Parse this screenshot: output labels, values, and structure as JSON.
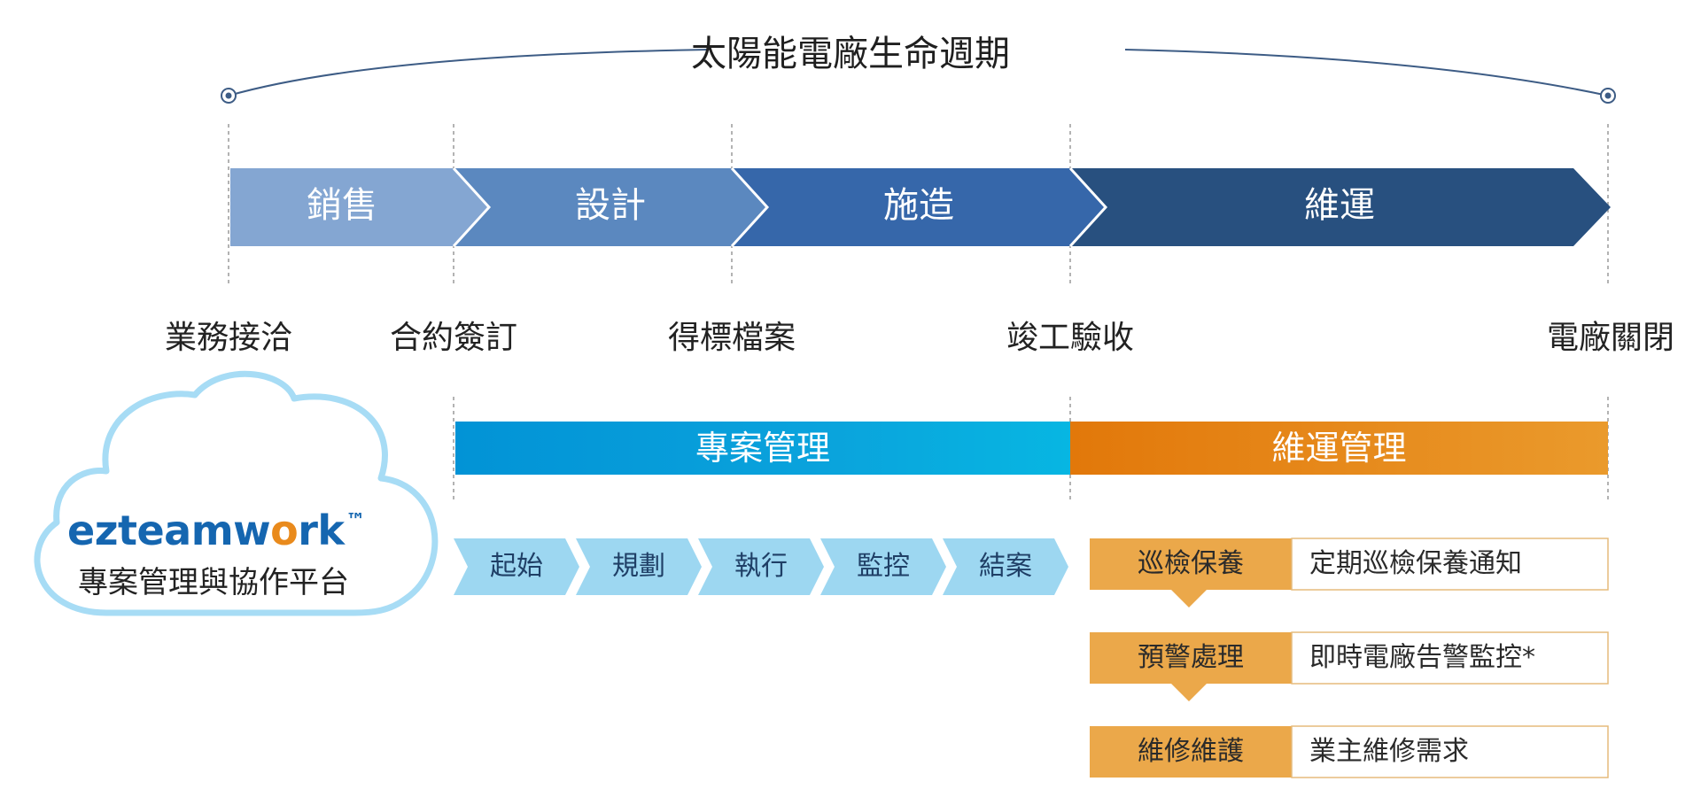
{
  "title": "太陽能電廠生命週期",
  "phases": [
    "銷售",
    "設計",
    "施造",
    "維運"
  ],
  "milestones": [
    "業務接洽",
    "合約簽訂",
    "得標檔案",
    "竣工驗收",
    "電廠關閉"
  ],
  "bands": {
    "project": "專案管理",
    "operations": "維運管理"
  },
  "project_steps": [
    "起始",
    "規劃",
    "執行",
    "監控",
    "結案"
  ],
  "ops_tasks": [
    {
      "label": "巡檢保養",
      "desc": "定期巡檢保養通知"
    },
    {
      "label": "預警處理",
      "desc": "即時電廠告警監控*"
    },
    {
      "label": "維修維護",
      "desc": "業主維修需求"
    }
  ],
  "logo": {
    "pre": "eztеamw",
    "o": "o",
    "post": "rk",
    "tm": "™",
    "subtitle": "專案管理與協作平台"
  },
  "colors": {
    "phase_sales": "#84a6d2",
    "phase_design": "#5b88bf",
    "phase_build": "#3667aa",
    "phase_ops": "#28507f",
    "band_project": "#0a9bd8",
    "band_ops": "#e3820f",
    "step_fill": "#9dd7f1",
    "task_fill": "#eba84a",
    "cloud_stroke": "#a7dcf5",
    "timeline_line": "#3d5c85"
  }
}
